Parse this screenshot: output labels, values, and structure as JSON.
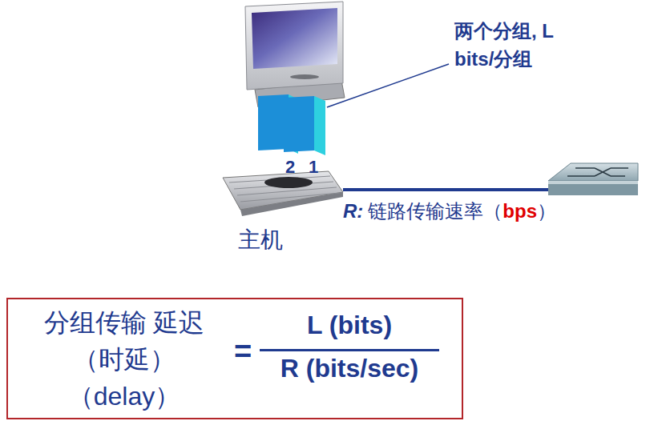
{
  "diagram": {
    "nodes": [
      {
        "text": [
          "分组传输 延迟（时延） （delay）",
          "=",
          "L (bits)",
          "R (bits/sec)"
        ]
      }
    ],
    "labels": [
      "两个分组, L bits/分组",
      "2",
      "1",
      "主机",
      "R:",
      "链路传输速率（",
      "bps",
      "）"
    ]
  }
}
